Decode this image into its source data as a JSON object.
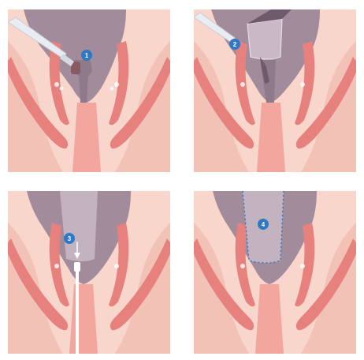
{
  "steps": [
    {
      "number": "1",
      "icon": "scalpel-icon"
    },
    {
      "number": "2",
      "icon": "stapler-cartridge-icon"
    },
    {
      "number": "3",
      "icon": "guide-wire-icon"
    },
    {
      "number": "4",
      "icon": "suture-line-icon"
    }
  ],
  "colors": {
    "background": "#f8d6cc",
    "organ": "#a28c9c",
    "muscle": "#e6817e",
    "canal": "#f2a69d",
    "badge": "#2f78c4",
    "tool": "#e9edf2"
  }
}
